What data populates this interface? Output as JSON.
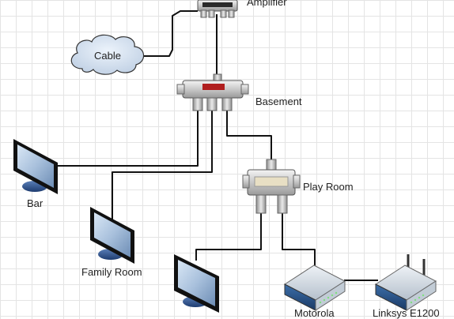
{
  "nodes": {
    "amplifier": {
      "label": "Amplifier"
    },
    "cable": {
      "label": "Cable"
    },
    "basement": {
      "label": "Basement"
    },
    "play_room": {
      "label": "Play Room"
    },
    "bar": {
      "label": "Bar"
    },
    "family_room": {
      "label": "Family Room"
    },
    "motorola": {
      "label": "Motorola"
    },
    "linksys": {
      "label": "Linksys E1200"
    }
  }
}
